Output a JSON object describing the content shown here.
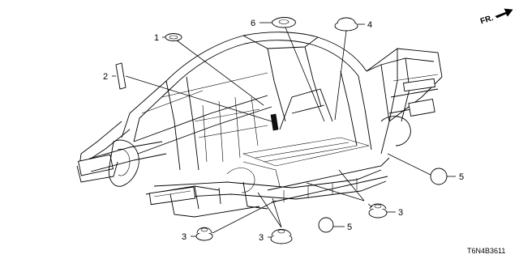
{
  "diagram": {
    "orientation_label": "FR.",
    "part_number": "T6N4B3611",
    "callouts": {
      "c1": "1",
      "c2": "2",
      "c3a": "3",
      "c3b": "3",
      "c3c": "3",
      "c4": "4",
      "c5a": "5",
      "c5b": "5",
      "c6": "6"
    }
  }
}
